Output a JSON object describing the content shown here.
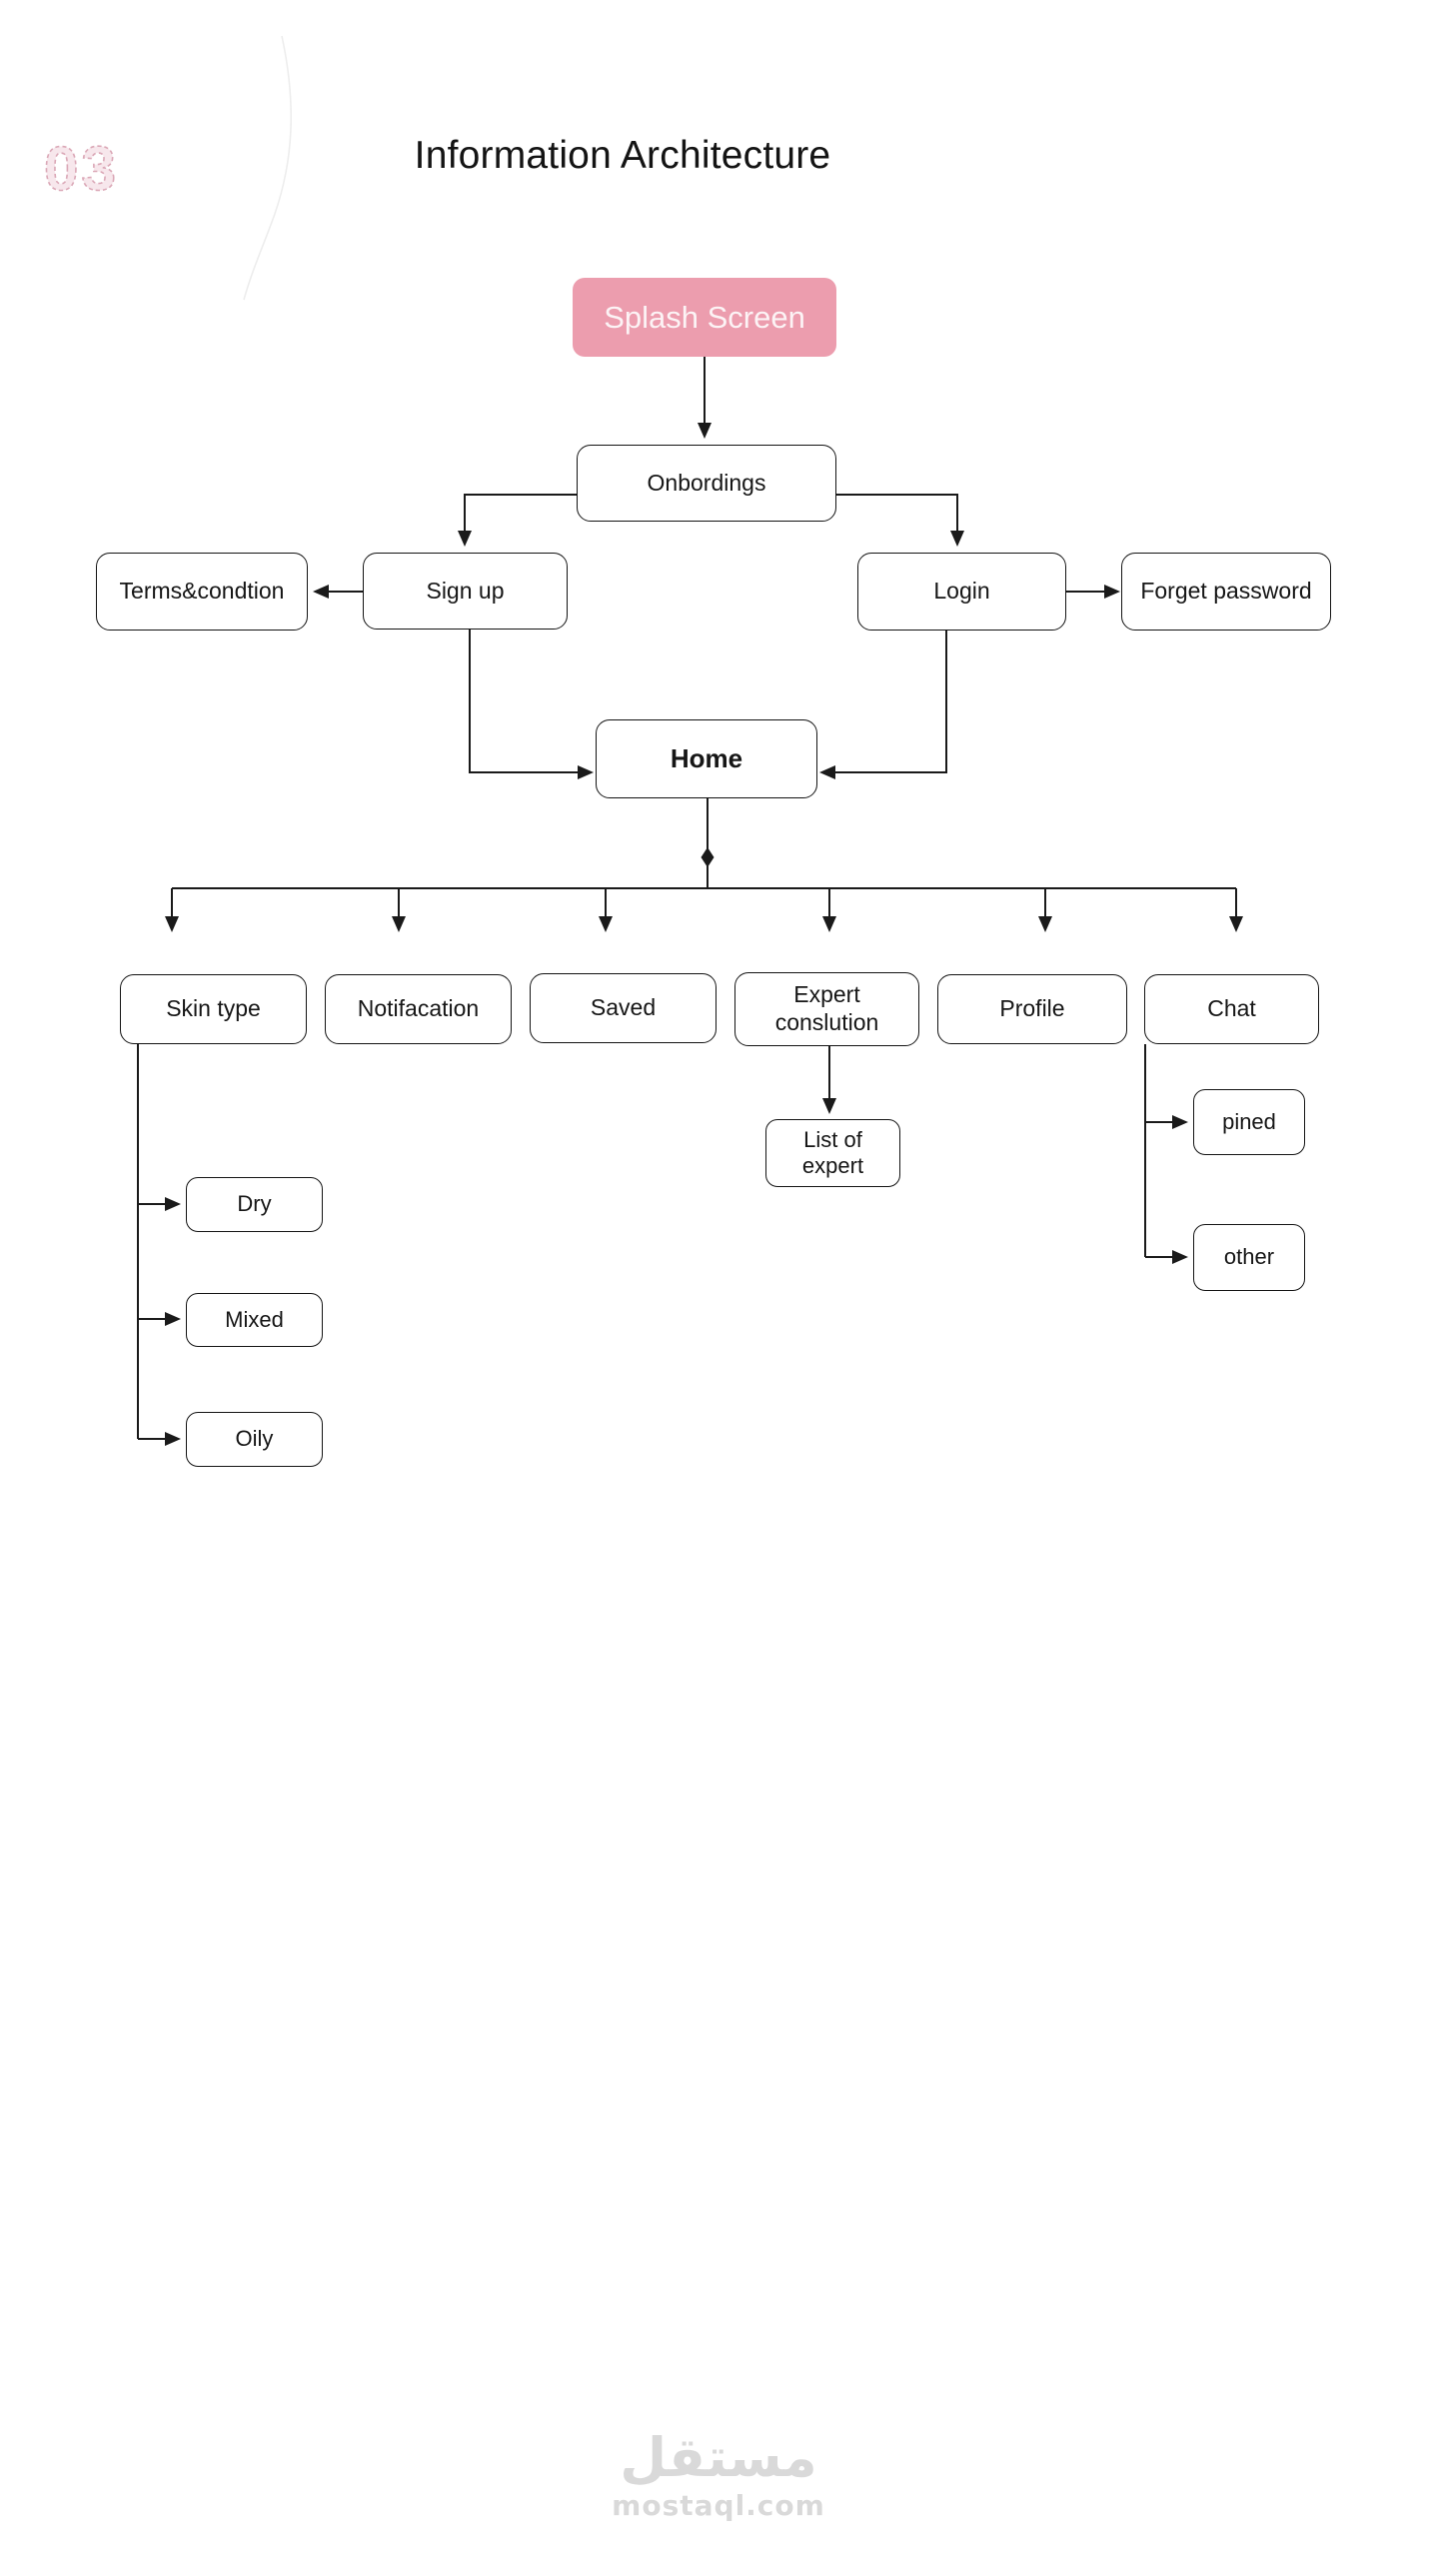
{
  "page": {
    "section_number": "03",
    "title": "Information Architecture"
  },
  "diagram": {
    "nodes": {
      "splash": "Splash Screen",
      "onboarding": "Onbordings",
      "terms": "Terms&condtion",
      "signup": "Sign up",
      "login": "Login",
      "forget_password": "Forget password",
      "home": "Home",
      "skin_type": "Skin type",
      "notification": "Notifacation",
      "saved": "Saved",
      "expert_consultation": "Expert conslution",
      "profile": "Profile",
      "chat": "Chat",
      "list_of_expert": "List of expert",
      "pinned": "pined",
      "other": "other",
      "dry": "Dry",
      "mixed": "Mixed",
      "oily": "Oily"
    },
    "colors": {
      "highlight_node_bg": "#EC9DAE",
      "highlight_node_text": "#FCF3F5",
      "node_border": "#141414",
      "connector": "#1A1A1A",
      "section_number_stroke": "#DBA8B7",
      "section_number_fill": "#F7E7EC",
      "watermark_gray": "#D9D9D9"
    }
  },
  "watermark": {
    "logo_text": "مستقل",
    "site_text": "mostaql.com"
  }
}
